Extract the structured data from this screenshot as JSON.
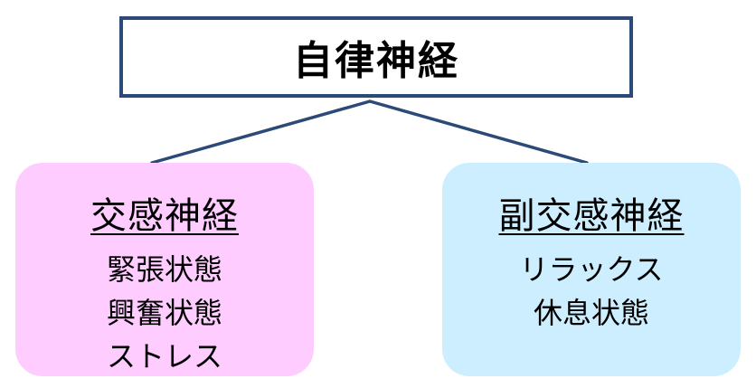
{
  "colors": {
    "border": "#2c4a78",
    "sympathetic_bg": "#ffccff",
    "parasympathetic_bg": "#cceeff"
  },
  "root": {
    "title": "自律神経"
  },
  "branches": [
    {
      "title": "交感神経",
      "items": [
        "緊張状態",
        "興奮状態",
        "ストレス"
      ]
    },
    {
      "title": "副交感神経",
      "items": [
        "リラックス",
        "休息状態"
      ]
    }
  ]
}
